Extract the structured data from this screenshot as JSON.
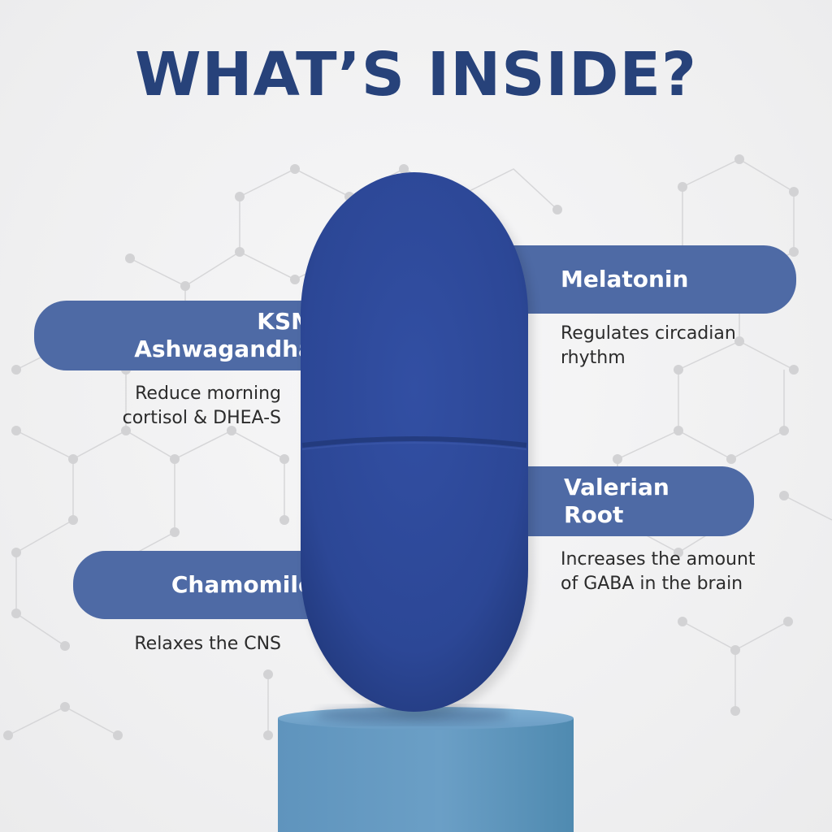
{
  "title": "WHAT’S INSIDE?",
  "ingredients": [
    {
      "name_line1": "KSM",
      "name_line2": "Ashwagandha",
      "desc_line1": "Reduce morning",
      "desc_line2": "cortisol & DHEA-S"
    },
    {
      "name_line1": "Chamomile",
      "desc_line1": "Relaxes the CNS"
    },
    {
      "name_line1": "Melatonin",
      "desc_line1": "Regulates circadian",
      "desc_line2": "rhythm"
    },
    {
      "name_line1": "Valerian",
      "name_line2": "Root",
      "desc_line1": "Increases the amount",
      "desc_line2": "of GABA in the brain"
    }
  ],
  "colors": {
    "title": "#27427a",
    "tag": "#4e6aa5",
    "tablet": "#2e4a9a",
    "pedestal": "#6a9cc4"
  },
  "icons": [
    "molecule-network-background",
    "tablet-image",
    "pedestal-image"
  ]
}
